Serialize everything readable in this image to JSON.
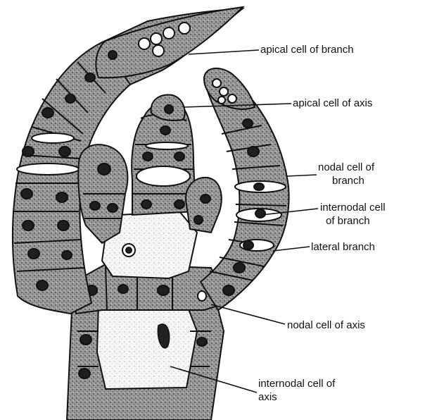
{
  "labels": {
    "apical_branch": "apical cell of branch",
    "apical_axis": "apical cell of axis",
    "nodal_branch": [
      "nodal cell of",
      "branch"
    ],
    "internodal_branch": [
      "internodal cell",
      "of branch"
    ],
    "lateral_branch": "lateral branch",
    "nodal_axis": "nodal cell of axis",
    "internodal_axis": [
      "internodal cell of",
      "axis"
    ]
  },
  "colors": {
    "ink": "#111111",
    "cell_fill": "#8a8a8a",
    "nucleus": "#1e1e1e",
    "pale_cell": "#ffffff"
  }
}
